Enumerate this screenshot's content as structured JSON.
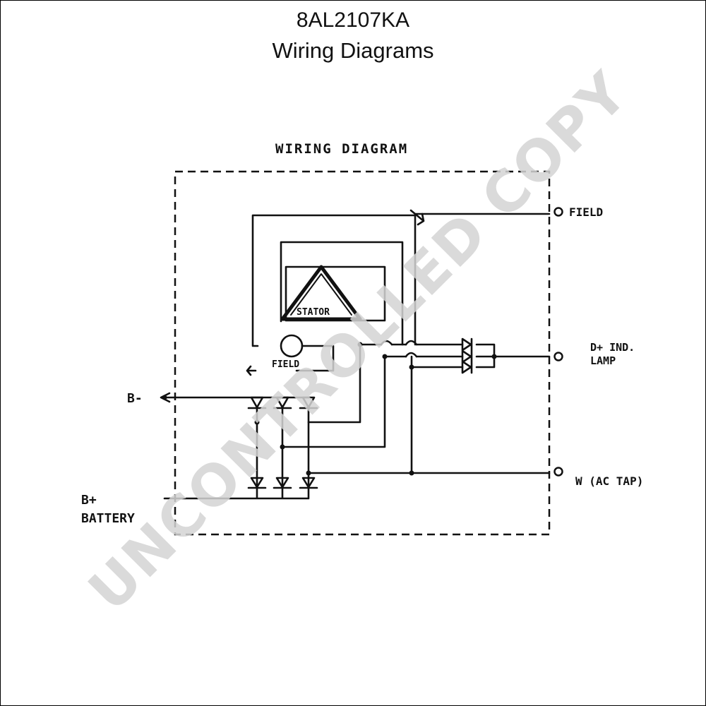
{
  "header": {
    "model": "8AL2107KA",
    "subtitle": "Wiring Diagrams"
  },
  "diagram": {
    "heading": "WIRING DIAGRAM",
    "stator_label": "STATOR",
    "field_coil_label": "FIELD",
    "terminals": {
      "field": "FIELD",
      "d_plus_line1": "D+ IND.",
      "d_plus_line2": "LAMP",
      "w_tap": "W (AC TAP)",
      "b_minus": "B-",
      "b_plus_line1": "B+",
      "b_plus_line2": "BATTERY"
    }
  },
  "watermark": {
    "text": "UNCONTROLLED COPY",
    "color": "#d4d4d4"
  }
}
